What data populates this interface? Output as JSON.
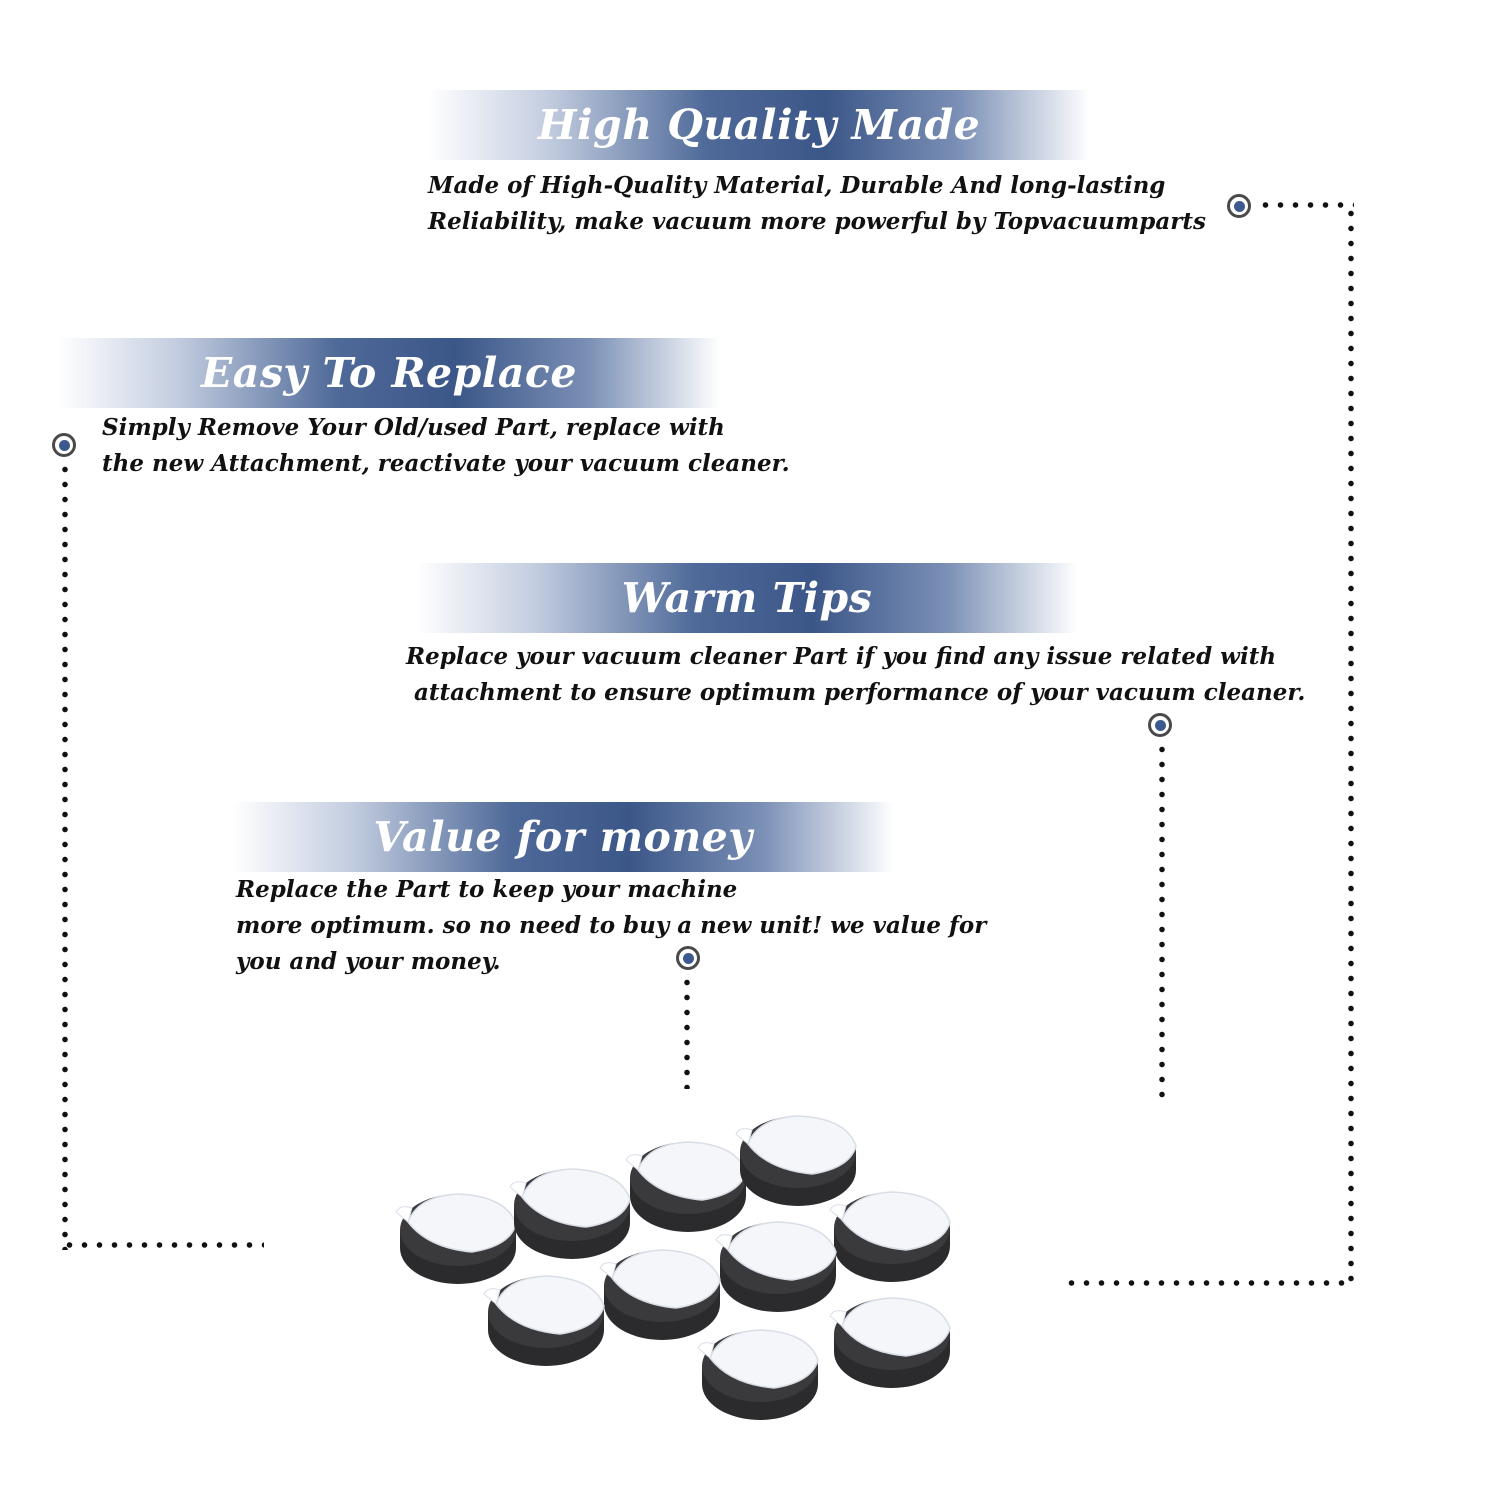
{
  "sections": [
    {
      "title": "High Quality Made",
      "lines": [
        "Made of  High-Quality Material, Durable And long-lasting",
        "Reliability, make vacuum more powerful by Topvacuumparts"
      ]
    },
    {
      "title": "Easy To Replace",
      "lines": [
        "Simply Remove Your Old/used Part, replace with",
        "the new Attachment, reactivate your vacuum cleaner."
      ]
    },
    {
      "title": "Warm Tips",
      "lines": [
        "Replace your vacuum cleaner Part if you find any issue related with",
        " attachment to ensure optimum performance of your vacuum cleaner."
      ]
    },
    {
      "title": "Value for money",
      "lines": [
        "Replace the Part to keep your machine",
        "more optimum. so no need to buy a new unit! we value for",
        "you and your money."
      ]
    }
  ],
  "colors": {
    "banner_dark": "#3b5688",
    "marker_center": "#3d5a8f",
    "text": "#111111",
    "foam": "#3a3a3c",
    "tape": "#f4f6fa"
  },
  "product": {
    "pad_count": 10,
    "icon": "foam-filter-pad"
  }
}
